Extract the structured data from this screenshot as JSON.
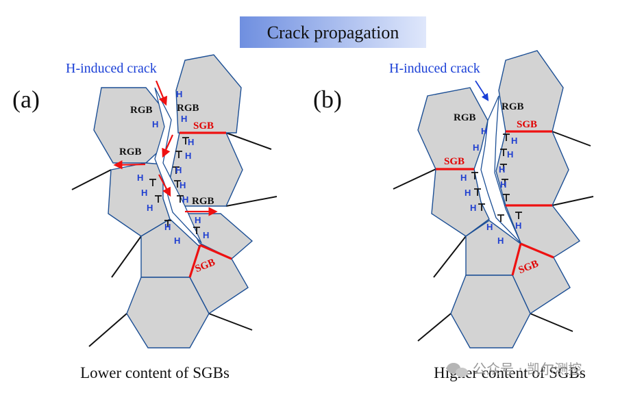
{
  "title": "Crack propagation",
  "title_band_colors": [
    "#6f8fe0",
    "#c9d7f7"
  ],
  "panels": [
    {
      "label": "(a)",
      "crack_label": "H-induced crack",
      "caption": "Lower content of SGBs",
      "rgb_labels": [
        "RGB",
        "RGB",
        "RGB",
        "RGB"
      ],
      "sgb_labels": [
        "SGB",
        "SGB"
      ],
      "h": "H"
    },
    {
      "label": "(b)",
      "crack_label": "H-induced crack",
      "caption": "Higher content of SGBs",
      "rgb_labels": [
        "RGB",
        "RGB"
      ],
      "sgb_labels": [
        "SGB",
        "SGB",
        "SGB"
      ],
      "h": "H"
    }
  ],
  "watermark": "公众号 · 凯尔测控",
  "colors": {
    "grain_fill": "#d3d3d3",
    "grain_edge": "#1c4f95",
    "sgb": "#ee1111",
    "hydrogen": "#1f3fd0",
    "crack_label": "#1a3fd6"
  }
}
